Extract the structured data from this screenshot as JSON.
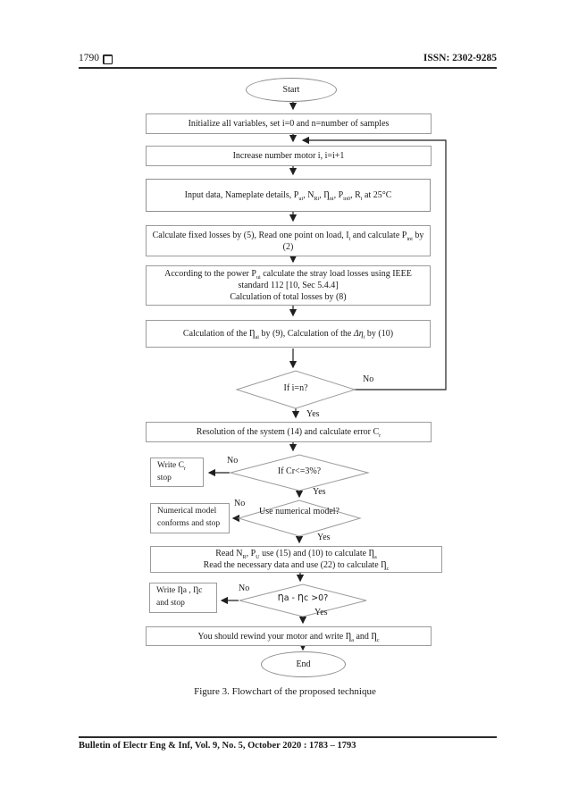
{
  "colors": {
    "box_border": "#9b9b9b",
    "line": "#1f1f1f",
    "text": "#1a1a1a"
  },
  "header": {
    "page_number": "1790",
    "issn": "ISSN: 2302-9285"
  },
  "flowchart": {
    "start_label": "Start",
    "end_label": "End",
    "boxes": {
      "initialize": "Initialize all variables, set i=0 and n=number of samples",
      "increase": "Increase number motor i, i=i+1",
      "input_data": "Input data, Nameplate details, P<sub>ui</sub>, N<sub>Ri</sub>, Ƞ<sub>ni</sub>, P<sub>in0</sub>, R<sub>i</sub> at 25°C",
      "fixed_losses": "Calculate fixed losses by (5), Read one point on load, I<sub>i</sub> and calculate P<sub>ini</sub> by (2)",
      "stray_losses": "According to the power P<sub>ui</sub> calculate the stray load losses using IEEE standard 112 [10, Sec 5.4.4]<br>Calculation of total losses by (8)",
      "efficiency": "Calculation of the Ƞ<sub>ai</sub> by (9), Calculation of the <i>Δη<sub>i</sub></i> by (10)",
      "resolution": "Resolution of the system (14) and calculate error C<sub>r</sub>",
      "read_data": "Read N<sub>R</sub>, P<sub>U</sub> use (15) and (10) to calculate Ƞ<sub>a</sub><br>Read the necessary data and use (22) to calculate Ƞ<sub>c</sub>",
      "rewind": "You should rewind your motor and write Ƞ<sub>a</sub> and Ƞ<sub>c</sub>"
    },
    "decisions": {
      "i_equals_n": "If i=n?",
      "cr_check": "If Cr<=3%?",
      "use_model": "Use numerical model?",
      "eta_compare": "Ƞa - Ƞc >0?"
    },
    "side_boxes": {
      "write_cr": "Write C<sub>r</sub><br>stop",
      "model_conforms": "Numerical model<br>conforms and stop",
      "write_eta": "Write Ƞa , Ƞc<br>and stop"
    },
    "labels": {
      "no": "No",
      "yes": "Yes"
    }
  },
  "caption": "Figure 3. Flowchart of the proposed technique",
  "footer": {
    "text": "Bulletin of Electr Eng & Inf, Vol. 9, No. 5, October 2020 :  1783 – 1793"
  }
}
